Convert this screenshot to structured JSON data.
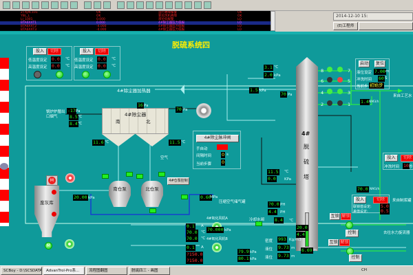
{
  "toolbar": {
    "icons": [
      "grid-icon",
      "bars-icon",
      "list-icon",
      "chart-icon",
      "tank-icon",
      "window-icon",
      "trend-icon",
      "network-icon",
      "page-icon",
      "page2-icon",
      "copy-icon",
      "back-icon",
      "forward-icon",
      "alarm-off-icon",
      "edit-icon",
      "pen-icon",
      "binoculars-icon",
      "print-icon",
      "settings-icon",
      "key-icon",
      "save-icon"
    ]
  },
  "alarm": {
    "rows": [
      {
        "tag": "ZTXJXC101",
        "val": "OK",
        "desc": "运行故障报警",
        "state": "OK"
      },
      {
        "tag": "YBL_L",
        "val": "OK",
        "desc": "氧化风机故障",
        "state": "OK"
      },
      {
        "tag": "LI_1001",
        "val": "0.000",
        "desc": "液位低报警",
        "state": "LO"
      },
      {
        "tag": "BTA6XXT1",
        "val": "0.000",
        "desc": "4#除尘器压力低报",
        "state": "LO"
      },
      {
        "tag": "BTA6XXT2",
        "val": "-4.000",
        "desc": "4#除尘器压力低报",
        "state": "LO"
      },
      {
        "tag": "BTA6XXT3",
        "val": "-4.000",
        "desc": "4#除尘器压力低报",
        "state": "LO"
      }
    ],
    "datetime": "2014-12-10 15:",
    "engineer_btn": "(E)工程师"
  },
  "title": "脱硫系统四",
  "heater_panels": [
    {
      "on": "投入",
      "off": "切除",
      "low_label": "低温度设定",
      "low": "0.0",
      "high_label": "高温度设定",
      "high": "0.0",
      "unit": "℃"
    },
    {
      "on": "投入",
      "off": "切除",
      "low_label": "低温度设定",
      "low": "0.0",
      "high_label": "高温度设定",
      "high": "0.0",
      "unit": "℃"
    }
  ],
  "heater_title": "4#除尘器加热器",
  "boiler": {
    "label": "锅炉炉膛出口烟气",
    "p": "-17",
    "p_unit": "Pa",
    "t1": "8.5",
    "t2": "8.4",
    "t_unit": "℃"
  },
  "collector": {
    "name": "4#除尘器",
    "south": "南",
    "north": "北",
    "dp": "16",
    "dp_unit": "Pa",
    "out_p": "70",
    "out_unit": "Pa",
    "t_south": "11.6",
    "t_north": "11.5",
    "t_unit": "℃",
    "air": "空气"
  },
  "pulse": {
    "btn": "4#除尘脉冲阀",
    "mode": "手自动",
    "interval_label": "间隔时间",
    "interval": "0",
    "interval_unit": "s",
    "step_label": "当前步骤",
    "step": "0"
  },
  "silos": {
    "south": "南仓泵",
    "north": "北仓泵",
    "ctrl_btn": "4#仓泵控制",
    "pressure": "20.00",
    "p_unit": "kPa",
    "ash": "废灰库",
    "motor": "M"
  },
  "air_tank": {
    "value": "0.60",
    "unit": "MPa",
    "label": "压缩空气储气罐"
  },
  "fans": {
    "a": "4#氧化风机A",
    "b": "4#氧化风机B",
    "a_cur": "0.1",
    "a_t1": "70.0",
    "a_t2": "70.0",
    "b_cur": "0.1",
    "b_t1": "?150.0",
    "b_t2": "?150.0",
    "amp": "A",
    "deg": "℃",
    "cool": "冷却水阀",
    "cool_p": "70.000",
    "kpa": "kPa",
    "b_p1": "79.9",
    "b_p2": "80.1"
  },
  "tower": {
    "num": "4#",
    "c1": "脱",
    "c2": "硫",
    "c3": "塔",
    "top_t": "3.1",
    "top_t_unit": "℃",
    "top_p": "2.0",
    "top_p_unit": "kPa",
    "duct_p": "1.5",
    "duct_unit": "kPa",
    "inlet_p": "70",
    "inlet_unit": "Pa",
    "mid_t": "11.5",
    "mid_p": "0.0",
    "mid_p_unit": "KPa",
    "ph1": "?0.0",
    "ph2": "4.4",
    "ph_unit": "PH",
    "t_ph": "8.4",
    "lvl_a": "20.0",
    "lvl_b": "4.4",
    "level": "6.69",
    "m": "m",
    "density_label": "密度",
    "density": "993",
    "density_unit": "Kg/m3",
    "lvl_label": "液位",
    "lvl1": "9.73",
    "lvl2": "9.73",
    "level_fraction": 0.62
  },
  "spray": {
    "numbers": [
      "8",
      "7",
      "6",
      "5",
      "4",
      "3",
      "2",
      "1"
    ]
  },
  "flush": {
    "start": "启动",
    "reset": "复位",
    "lvl_label": "液位设定",
    "lvl": "7.00",
    "lvl_unit": "m",
    "time_label": "冲洗时间",
    "time": "60",
    "time_unit": "S",
    "step_label": "当前步",
    "step": "初始步",
    "water": "来自工艺水",
    "flow": "1.4",
    "flow_unit": "NM3/h"
  },
  "flush2": {
    "on": "投入",
    "off": "切除",
    "time_label": "冲洗时间",
    "time": "10",
    "unit": "秒"
  },
  "slurry": {
    "flow": "70.0",
    "unit": "NM3/h",
    "from": "来自制浆罐",
    "on": "投入",
    "off": "切除",
    "lock_label": "联锁值设定:",
    "lock": "5.0",
    "diff_label": "差值设定:",
    "diff": "0.5"
  },
  "pumps": {
    "lock": "互锁",
    "unlock": "解锁",
    "ctrl": "控制",
    "to": "去往水力旋流器"
  },
  "taskbar": {
    "items": [
      "SCBoy - D:\\SCSDATA\\...",
      "AdvanTrol-Pro系...",
      "流程图翻图",
      "脱硫四三 - 画图"
    ],
    "tray": "CH"
  }
}
